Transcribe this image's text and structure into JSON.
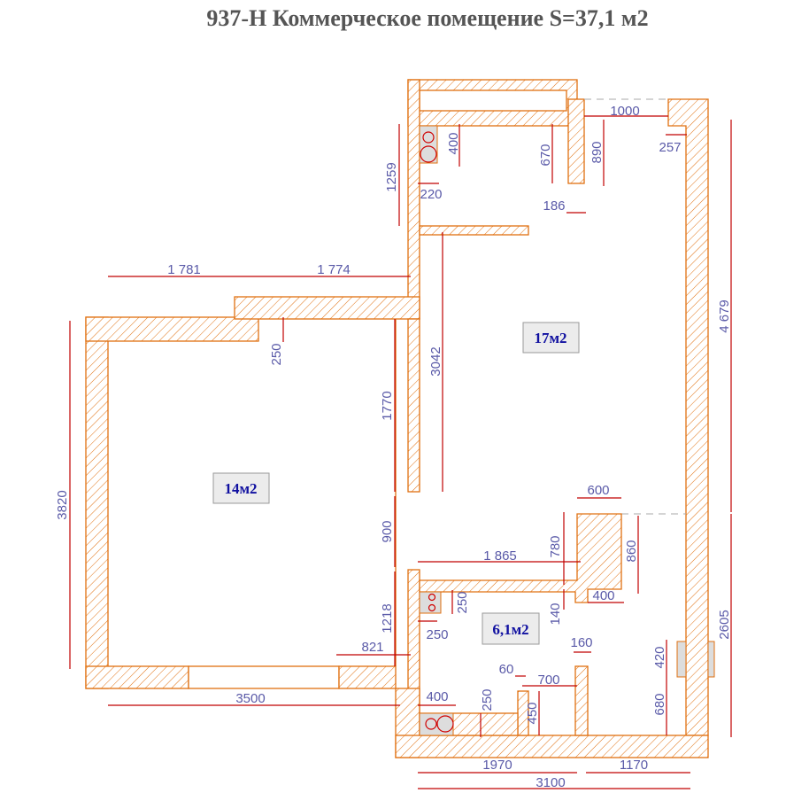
{
  "title": "937-Н Коммерческое помещение S=37,1 м2",
  "colors": {
    "wall": "#e07010",
    "dimension_line": "#c00000",
    "dimension_text": "#5a5aa8",
    "room_label": "#1010a0"
  },
  "rooms": [
    {
      "label": "17м2"
    },
    {
      "label": "14м2"
    },
    {
      "label": "6,1м2"
    }
  ],
  "dimensions": {
    "d1000": "1000",
    "d257": "257",
    "d400a": "400",
    "d670": "670",
    "d890": "890",
    "d1259": "1259",
    "d220": "220",
    "d186": "186",
    "d1781": "1 781",
    "d1774": "1 774",
    "d4679": "4 679",
    "d3042": "3042",
    "d250a": "250",
    "d1770": "1770",
    "d3820": "3820",
    "d600": "600",
    "d900": "900",
    "d780": "780",
    "d860": "860",
    "d1865": "1 865",
    "d400b": "400",
    "d140": "140",
    "d1218": "1218",
    "d250b": "250",
    "d250c": "250",
    "d2605": "2605",
    "d160": "160",
    "d821": "821",
    "d420": "420",
    "d60": "60",
    "d700": "700",
    "d3500": "3500",
    "d400c": "400",
    "d250d": "250",
    "d450": "450",
    "d680": "680",
    "d1970": "1970",
    "d1170": "1170",
    "d3100": "3100"
  }
}
